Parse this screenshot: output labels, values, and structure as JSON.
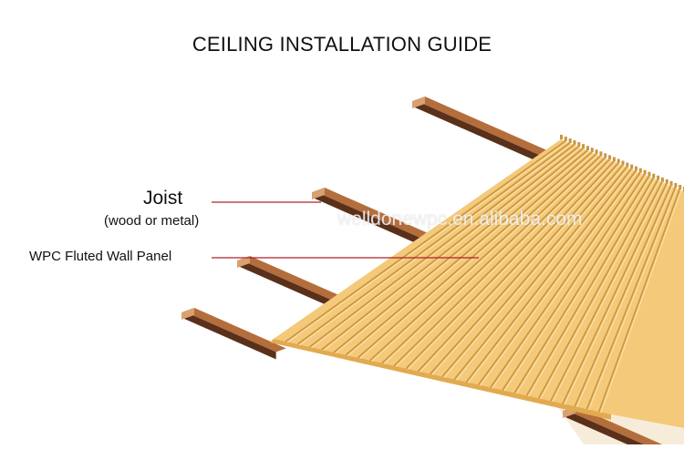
{
  "title": "CEILING INSTALLATION GUIDE",
  "labels": {
    "joist": "Joist",
    "joist_material": "(wood or metal)",
    "panel": "WPC Fluted Wall Panel"
  },
  "watermark": "welldonewpc.en.alibaba.com",
  "colors": {
    "joist_top": "#b46e3c",
    "joist_side": "#5a301a",
    "joist_end": "#d9a070",
    "panel_face": "#f4c97a",
    "panel_groove": "#c9953f",
    "panel_edge": "#e2aa4f",
    "panel_shadow": "#f7ecd9",
    "leader_line": "#b0202a"
  }
}
